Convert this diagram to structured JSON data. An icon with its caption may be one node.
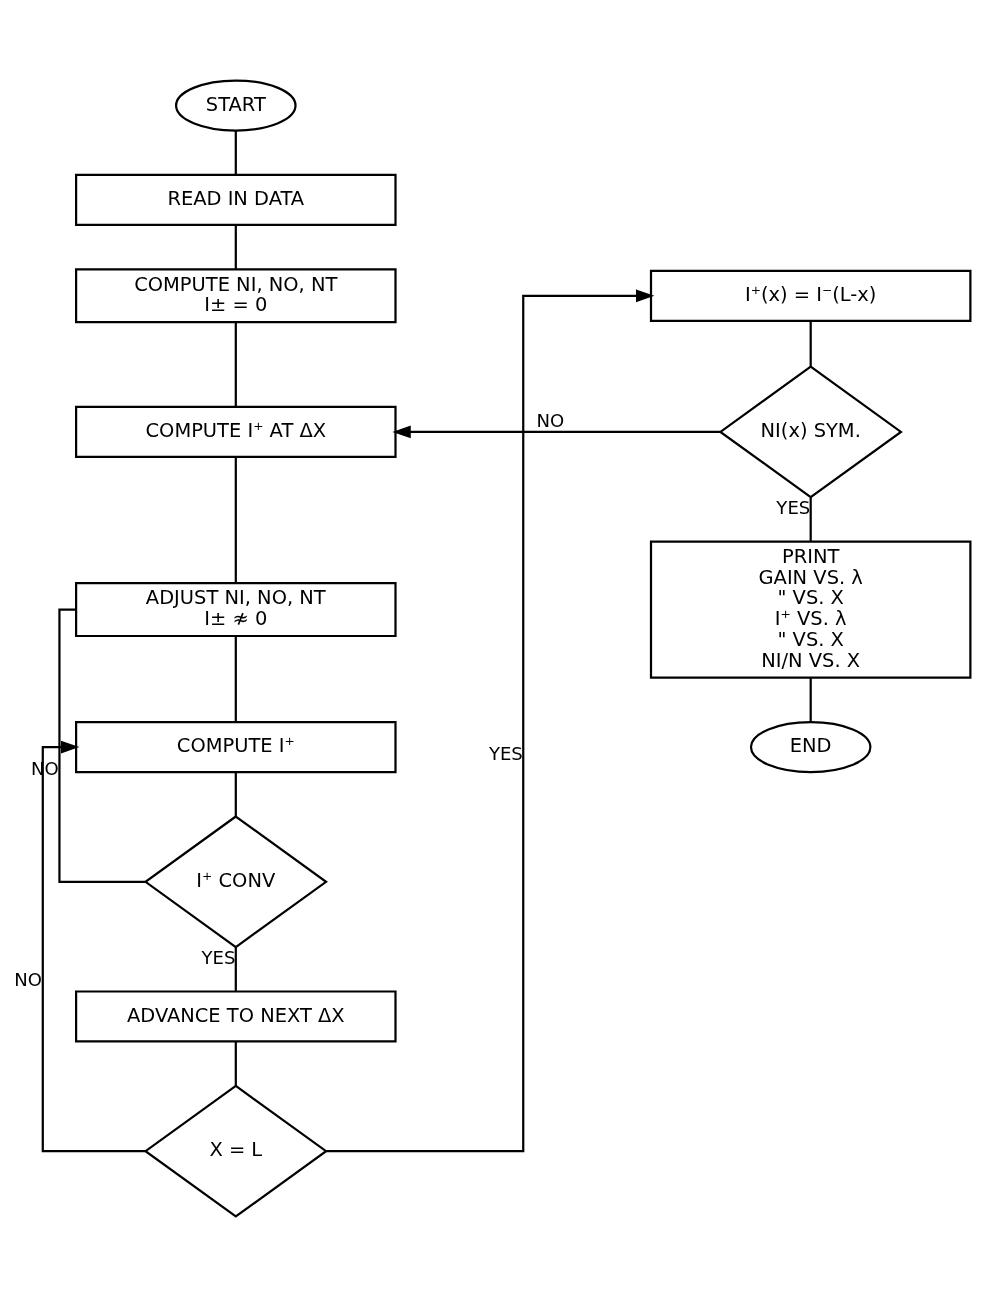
{
  "diagram": {
    "nodes": [
      {
        "text": [
          "START"
        ]
      },
      {
        "text": [
          "READ IN DATA"
        ]
      },
      {
        "text": [
          "COMPUTE NI, NO, NT",
          "I± = 0"
        ]
      },
      {
        "text": [
          "COMPUTE I⁺ AT ΔX"
        ]
      },
      {
        "text": [
          "ADJUST NI, NO, NT",
          "I± ≉ 0"
        ]
      },
      {
        "text": [
          "COMPUTE I⁺"
        ]
      },
      {
        "text": [
          "I⁺ CONV"
        ]
      },
      {
        "text": [
          "ADVANCE TO NEXT ΔX"
        ]
      },
      {
        "text": [
          "X = L"
        ]
      },
      {
        "text": [
          "I⁺(x) = I⁻(L-x)"
        ]
      },
      {
        "text": [
          "NI(x) SYM."
        ]
      },
      {
        "text": [
          "PRINT",
          "GAIN VS. λ",
          "\" VS. X",
          "I⁺ VS. λ",
          "\" VS. X",
          "NI/N VS. X"
        ]
      },
      {
        "text": [
          "END"
        ]
      }
    ],
    "edges": [
      {
        "from": 0,
        "to": 1,
        "arrow": "none"
      },
      {
        "from": 1,
        "to": 2,
        "arrow": "none"
      },
      {
        "from": 2,
        "to": 3,
        "arrow": "none"
      },
      {
        "from": 3,
        "to": 4,
        "arrow": "none"
      },
      {
        "from": 4,
        "to": 5,
        "arrow": "none"
      },
      {
        "from": 5,
        "to": 6,
        "arrow": "none"
      },
      {
        "from": 6,
        "to": 4,
        "arrow": "none",
        "label": "NO"
      },
      {
        "from": 6,
        "to": 7,
        "arrow": "none",
        "label": "YES"
      },
      {
        "from": 7,
        "to": 8,
        "arrow": "none"
      },
      {
        "from": 8,
        "to": 5,
        "arrow": "to",
        "label": "NO"
      },
      {
        "from": 8,
        "to": 9,
        "arrow": "to",
        "label": "YES"
      },
      {
        "from": 9,
        "to": 10,
        "arrow": "none"
      },
      {
        "from": 10,
        "to": 3,
        "arrow": "to",
        "label": "NO"
      },
      {
        "from": 10,
        "to": 11,
        "arrow": "none",
        "label": "YES"
      },
      {
        "from": 11,
        "to": 12,
        "arrow": "none"
      }
    ]
  }
}
